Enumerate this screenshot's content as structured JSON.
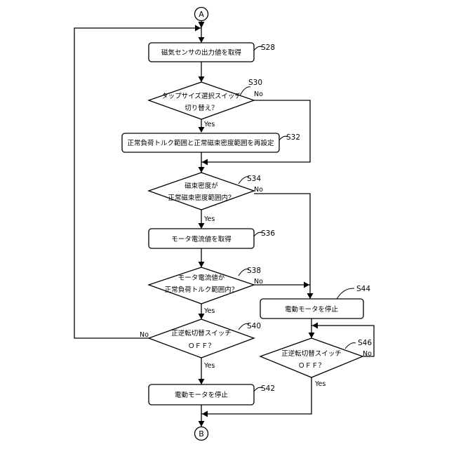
{
  "connectors": {
    "top": "A",
    "bottom": "B"
  },
  "steps": {
    "s28": {
      "label": "S28",
      "text": "磁気センサの出力値を取得"
    },
    "s30": {
      "label": "S30",
      "line1": "タップサイズ選択スイッチ",
      "line2": "切り替え？"
    },
    "s32": {
      "label": "S32",
      "text": "正常負荷トルク範囲と正常磁束密度範囲を再設定"
    },
    "s34": {
      "label": "S34",
      "line1": "磁束密度が",
      "line2": "正常磁束密度範囲内？"
    },
    "s36": {
      "label": "S36",
      "text": "モータ電流値を取得"
    },
    "s38": {
      "label": "S38",
      "line1": "モータ電流値が",
      "line2": "正常負荷トルク範囲内？"
    },
    "s40": {
      "label": "S40",
      "line1": "正逆転切替スイッチ",
      "line2": "ＯＦＦ？"
    },
    "s42": {
      "label": "S42",
      "text": "電動モータを停止"
    },
    "s44": {
      "label": "S44",
      "text": "電動モータを停止"
    },
    "s46": {
      "label": "S46",
      "line1": "正逆転切替スイッチ",
      "line2": "ＯＦＦ？"
    }
  },
  "branches": {
    "s30_yes": "Yes",
    "s30_no": "No",
    "s34_yes": "Yes",
    "s34_no": "No",
    "s38_yes": "Yes",
    "s38_no": "No",
    "s40_yes": "Yes",
    "s40_no": "No",
    "s46_yes": "Yes",
    "s46_no": "No"
  }
}
